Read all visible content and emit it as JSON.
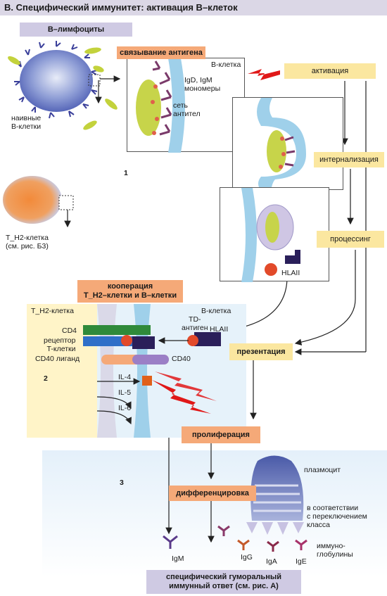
{
  "title": "B. Специфический иммунитет: активация B–клеток",
  "labels": {
    "b_lymphocytes": "B–лимфоциты",
    "naive_b_cells": "наивные\nB-клетки",
    "th2_cell_ref": "T_H2-клетка\n(см. рис. Б3)",
    "antigen_binding": "связывание антигена",
    "b_cell_panel1": "B-клетка",
    "igd_igm": "IgD, IgM\nмономеры",
    "antibody_net": "сеть\nантител",
    "activation": "активация",
    "internalization": "интернализация",
    "processing": "процессинг",
    "hla2_top": "HLAII",
    "step1": "1",
    "cooperation": "кооперация\nT_H2–клетки и B–клетки",
    "th2_cell": "T_H2-клетка",
    "b_cell_coop": "B-клетка",
    "td_antigen": "TD-\nантиген",
    "hla2_coop": "HLAII",
    "cd4": "CD4",
    "tcr": "рецептор\nT-клетки",
    "cd40l": "CD40 лиганд",
    "cd40": "CD40",
    "il4": "IL-4",
    "il5": "IL-5",
    "il6": "IL-6",
    "presentation": "презентация",
    "step2": "2",
    "proliferation": "пролиферация",
    "step3": "3",
    "differentiation": "дифференцировка",
    "plasmocyte": "плазмоцит",
    "class_switch": "в соответствии\nс переключением\nкласса",
    "immunoglobulins": "иммуно-\nглобулины",
    "igm": "IgM",
    "igg": "IgG",
    "iga": "IgA",
    "ige": "IgE",
    "specific_response": "специфический гуморальный\nиммунный ответ (см. рис. А)"
  },
  "colors": {
    "orange_box": "#f5a978",
    "yellow_box": "#fbe7a0",
    "lavender_box": "#cfcae3",
    "membrane": "#9fd0ea",
    "antigen": "#c7d44a",
    "red_arrow": "#e01818"
  }
}
